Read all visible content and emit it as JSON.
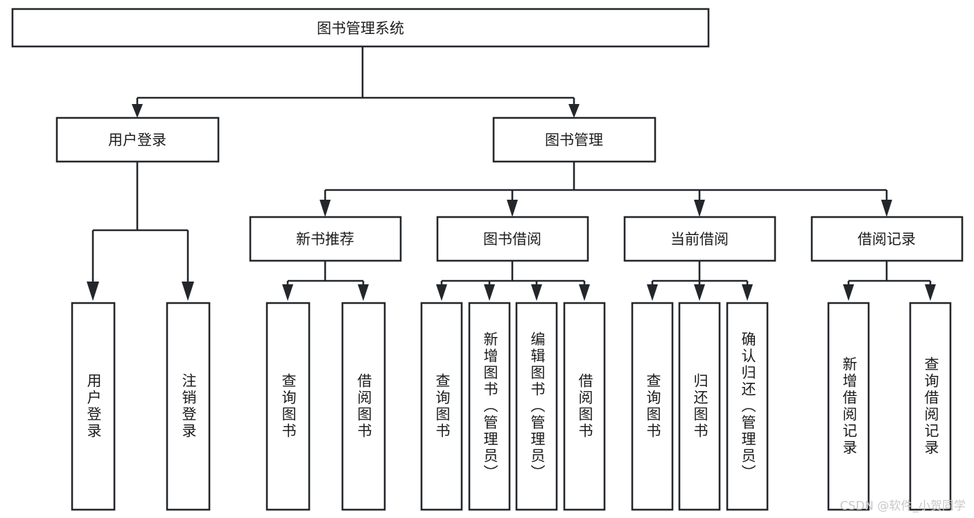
{
  "diagram": {
    "title": "图书管理系统",
    "type": "tree-hierarchy",
    "orientation": "top-down",
    "colors": {
      "stroke": "#23272b",
      "fill": "#ffffff",
      "text": "#1c1c1c",
      "watermark": "#c8c8c8"
    },
    "root": {
      "label": "图书管理系统"
    },
    "level2": [
      {
        "label": "用户登录"
      },
      {
        "label": "图书管理"
      }
    ],
    "level3": [
      {
        "label": "新书推荐"
      },
      {
        "label": "图书借阅"
      },
      {
        "label": "当前借阅"
      },
      {
        "label": "借阅记录"
      }
    ],
    "leaves": {
      "user_login": [
        {
          "label": "用户登录"
        },
        {
          "label": "注销登录"
        }
      ],
      "new_book_recommend": [
        {
          "label": "查询图书"
        },
        {
          "label": "借阅图书"
        }
      ],
      "book_borrow": [
        {
          "label": "查询图书"
        },
        {
          "label": "新增图书（管理员）"
        },
        {
          "label": "编辑图书（管理员）"
        },
        {
          "label": "借阅图书"
        }
      ],
      "current_borrow": [
        {
          "label": "查询图书"
        },
        {
          "label": "归还图书"
        },
        {
          "label": "确认归还（管理员）"
        }
      ],
      "borrow_record": [
        {
          "label": "新增借阅记录"
        },
        {
          "label": "查询借阅记录"
        }
      ]
    }
  },
  "watermark": {
    "text": "CSDN @软件_小贺同学"
  }
}
